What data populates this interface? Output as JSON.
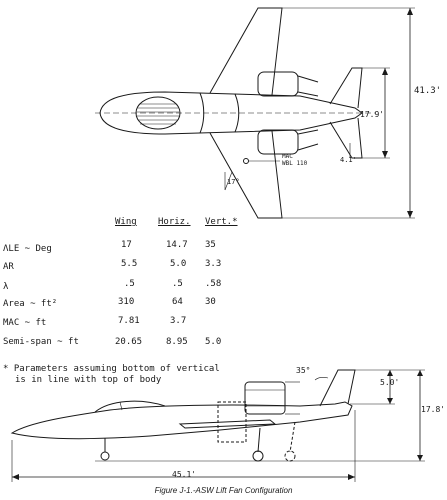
{
  "top_view": {
    "span_label": "41.3'",
    "tail_span_label": "17.9'",
    "fan_offset_label": "4.1'",
    "mac_label": "MAC",
    "mac_sub_label": "WBL 110",
    "sweep_label": "17°"
  },
  "table": {
    "headers": [
      "Wing",
      "Horiz.",
      "Vert.*"
    ],
    "rows": [
      {
        "label": "ΛLE ~ Deg",
        "wing": "17",
        "horiz": "14.7",
        "vert": "35"
      },
      {
        "label": "AR",
        "wing": "5.5",
        "horiz": "5.0",
        "vert": "3.3"
      },
      {
        "label": "λ",
        "wing": ".5",
        "horiz": ".5",
        "vert": ".58"
      },
      {
        "label": "Area ~ ft²",
        "wing": "310",
        "horiz": "64",
        "vert": "30"
      },
      {
        "label": "MAC ~ ft",
        "wing": "7.81",
        "horiz": "3.7",
        "vert": ""
      },
      {
        "label": "Semi-span ~ ft",
        "wing": "20.65",
        "horiz": "8.95",
        "vert": "5.0"
      }
    ]
  },
  "footnote": {
    "line1": "* Parameters assuming bottom of vertical",
    "line2": "is in line with top of body"
  },
  "side_view": {
    "tail_angle_label": "35°",
    "fin_height_label": "5.0'",
    "overall_height_label": "17.8'",
    "length_label": "45.1'"
  },
  "caption": "Figure J-1.-ASW Lift Fan Configuration"
}
